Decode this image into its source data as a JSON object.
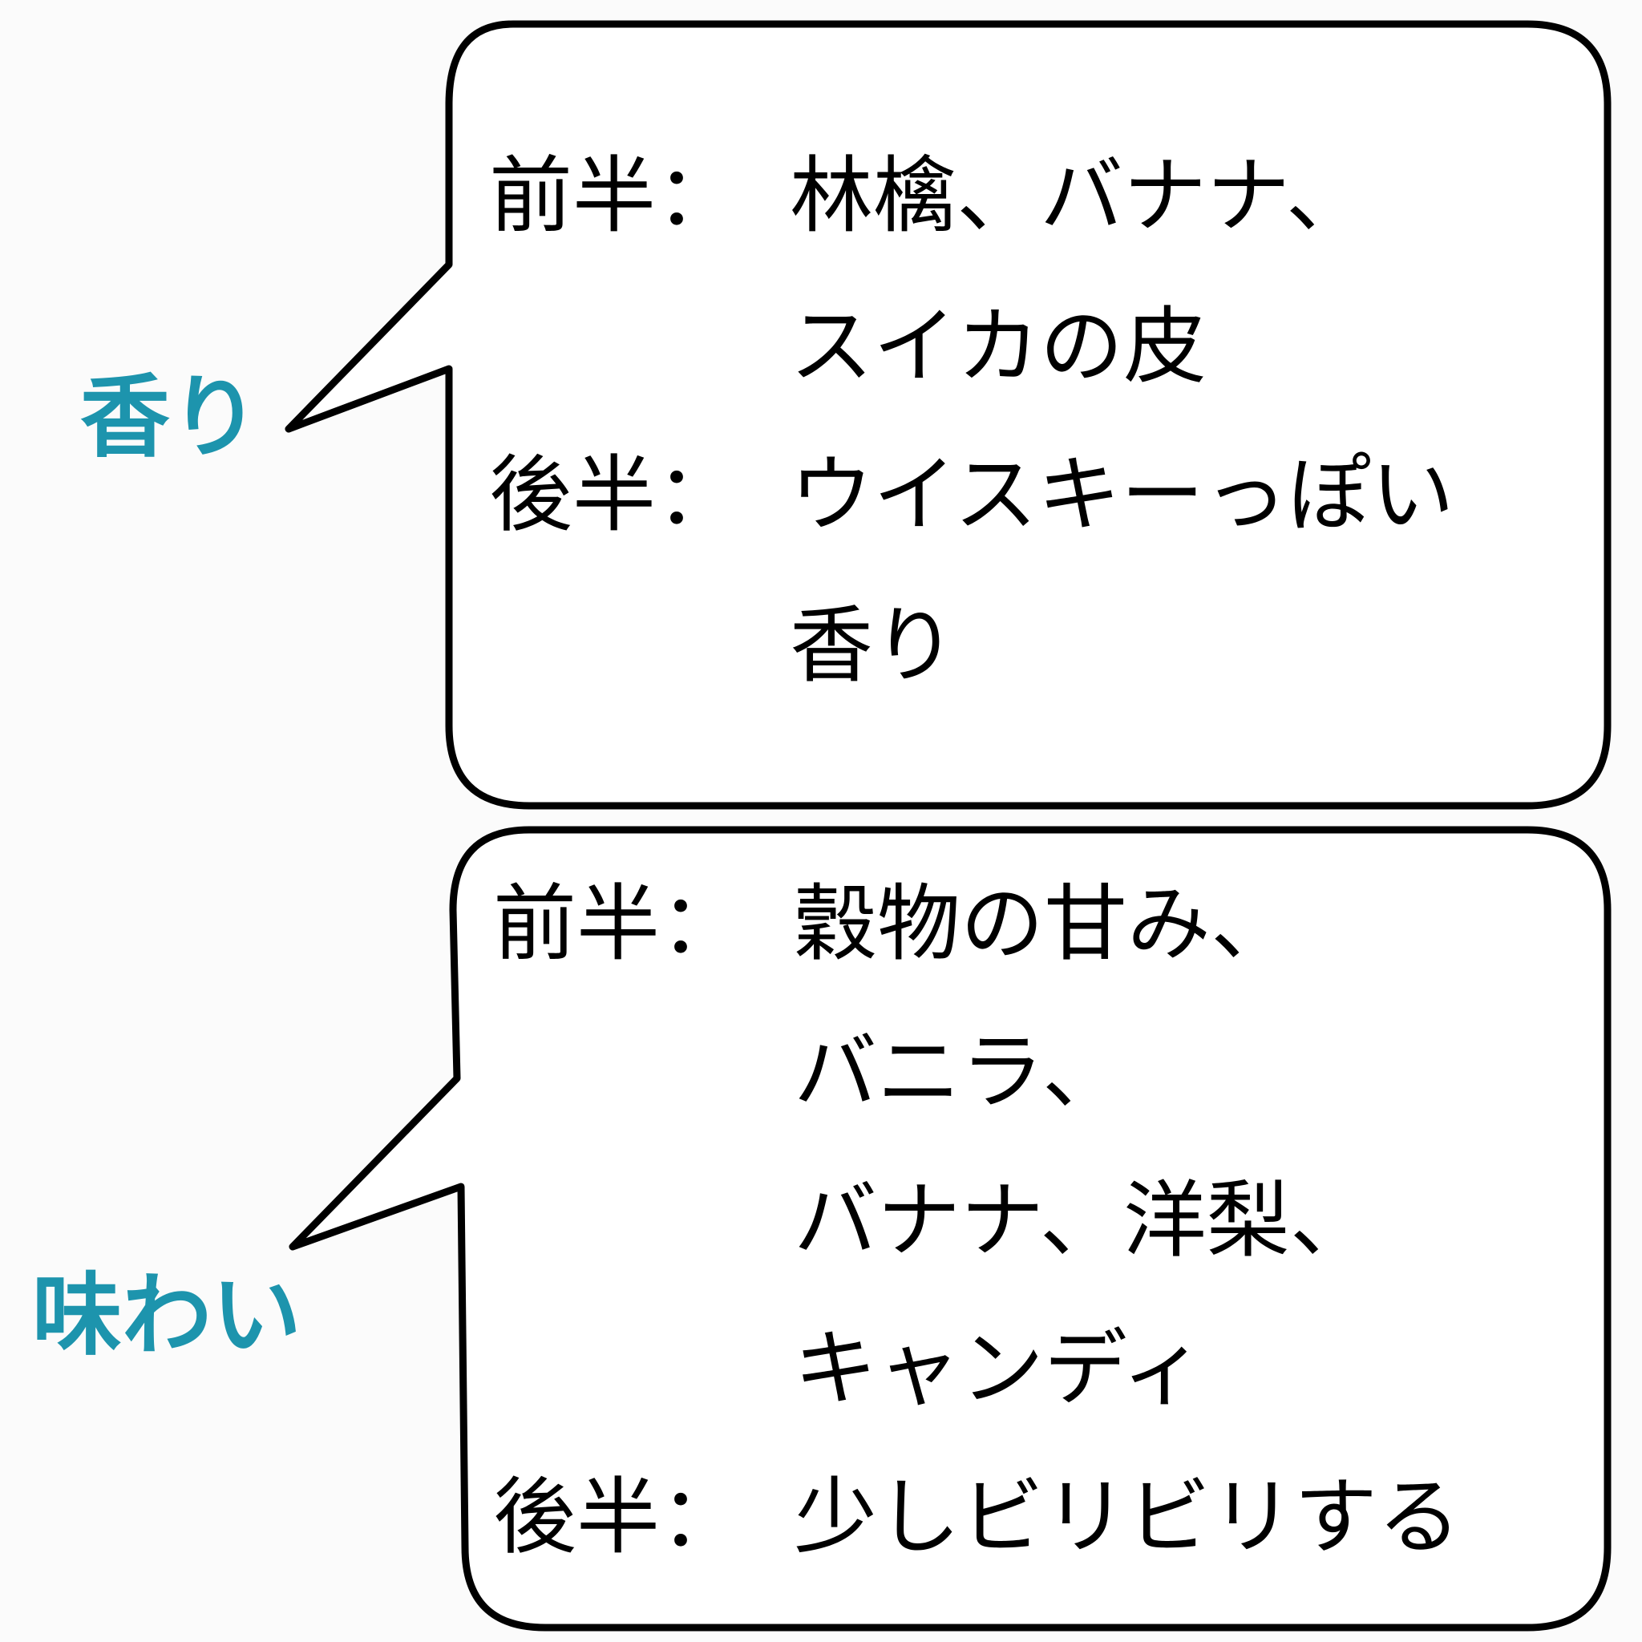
{
  "colors": {
    "label": "#1d94ad",
    "text": "#000000",
    "bubble_fill": "#ffffff",
    "bubble_stroke": "#000000",
    "background": "#fbfbfb"
  },
  "aroma": {
    "label": "香り",
    "first_key": "前半：",
    "first_lines": [
      "林檎、バナナ、",
      "スイカの皮"
    ],
    "second_key": "後半：",
    "second_lines": [
      "ウイスキーっぽい",
      "香り"
    ]
  },
  "taste": {
    "label": "味わい",
    "first_key": "前半：",
    "first_lines": [
      "穀物の甘み、",
      "バニラ、",
      "バナナ、洋梨、",
      "キャンディ"
    ],
    "second_key": "後半：",
    "second_lines": [
      "少しビリビリする"
    ]
  }
}
